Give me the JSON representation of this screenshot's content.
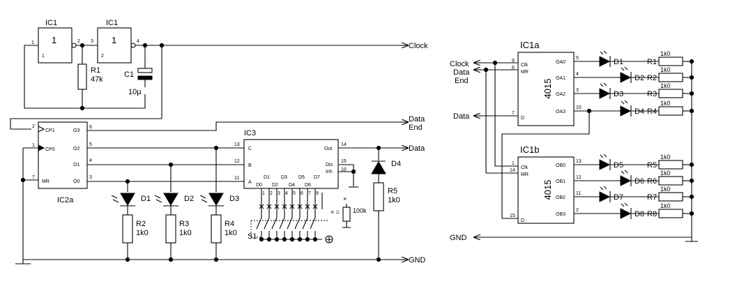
{
  "left": {
    "ic1_label_1": "IC1",
    "ic1_label_2": "IC1",
    "gate_symbol": "1",
    "gate_in_1": "1",
    "gate_out_1": "2",
    "gate_in_2": "3",
    "gate_out_2": "4",
    "r1": {
      "name": "R1",
      "value": "47k"
    },
    "c1": {
      "name": "C1",
      "value": "10µ"
    },
    "ic2": {
      "name": "IC2a",
      "pins": [
        {
          "num": "2",
          "label": "CP1"
        },
        {
          "num": "1",
          "label": "CP0"
        },
        {
          "num": "7",
          "label": "MR"
        }
      ],
      "outputs": [
        {
          "num": "6",
          "label": "O3"
        },
        {
          "num": "5",
          "label": "O2"
        },
        {
          "num": "4",
          "label": "O1"
        },
        {
          "num": "3",
          "label": "O0"
        }
      ]
    },
    "ic3": {
      "name": "IC3",
      "inputs": [
        {
          "num": "13",
          "label": "C"
        },
        {
          "num": "12",
          "label": "B"
        },
        {
          "num": "11",
          "label": "A"
        }
      ],
      "right_pins": [
        {
          "num": "14",
          "label": "Out"
        },
        {
          "num": "15",
          "label": "Dis"
        },
        {
          "num": "10",
          "label": "Inh"
        }
      ],
      "d_odd": [
        "D1",
        "D3",
        "D5",
        "D7"
      ],
      "d_even": [
        "D0",
        "D2",
        "D4",
        "D6"
      ],
      "bottom_pins": [
        "1",
        "2",
        "3",
        "4",
        "5",
        "6",
        "7",
        "9"
      ]
    },
    "leds": [
      {
        "name": "D1",
        "resistor": "R2",
        "value": "1k0"
      },
      {
        "name": "D2",
        "resistor": "R3",
        "value": "1k0"
      },
      {
        "name": "D3",
        "resistor": "R4",
        "value": "1k0"
      }
    ],
    "d4": "D4",
    "r5": {
      "name": "R5",
      "value": "1k0"
    },
    "x_mark": "×",
    "x_eq": "× =",
    "r_100k": "100k",
    "s1": "S1",
    "net_clock": "Clock",
    "net_data": "Data",
    "net_end": "End",
    "net_gnd": "GND"
  },
  "right": {
    "ic1a": {
      "name": "IC1a",
      "chip": "4015",
      "pins_left": [
        {
          "num": "9",
          "label": "Clk"
        },
        {
          "num": "6",
          "label": "MR"
        },
        {
          "num": "7",
          "label": "D"
        }
      ],
      "outputs": [
        {
          "num": "5",
          "label": "OA0",
          "led": "D1",
          "res": "R1",
          "value": "1k0"
        },
        {
          "num": "4",
          "label": "OA1",
          "led": "D2",
          "res": "R2",
          "value": "1k0"
        },
        {
          "num": "3",
          "label": "OA2",
          "led": "D3",
          "res": "R3",
          "value": "1k0"
        },
        {
          "num": "10",
          "label": "OA3",
          "led": "D4",
          "res": "R4",
          "value": "1k0"
        }
      ]
    },
    "ic1b": {
      "name": "IC1b",
      "chip": "4015",
      "pins_left": [
        {
          "num": "1",
          "label": "Clk"
        },
        {
          "num": "14",
          "label": "MR"
        },
        {
          "num": "15",
          "label": "D"
        }
      ],
      "outputs": [
        {
          "num": "13",
          "label": "OB0",
          "led": "D5",
          "res": "R5",
          "value": "1k0"
        },
        {
          "num": "12",
          "label": "OB1",
          "led": "D6",
          "res": "R6",
          "value": "1k0"
        },
        {
          "num": "11",
          "label": "OB2",
          "led": "D7",
          "res": "R7",
          "value": "1k0"
        },
        {
          "num": "2",
          "label": "OB3",
          "led": "D8",
          "res": "R8",
          "value": "1k0"
        }
      ]
    },
    "net_clock": "Clock",
    "net_data": "Data",
    "net_end": "End",
    "net_data2": "Data",
    "net_gnd": "GND"
  }
}
